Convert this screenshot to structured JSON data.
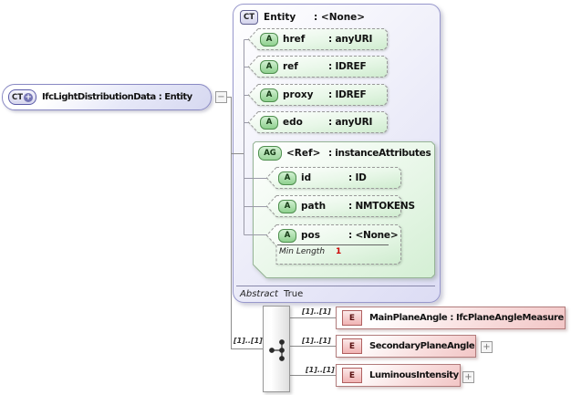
{
  "icons": {
    "collapse_glyph": "−",
    "expand_glyph": "+",
    "plus_badge_glyph": "+"
  },
  "root": {
    "badge": "CT",
    "label": "IfcLightDistributionData : Entity"
  },
  "entity": {
    "badge": "CT",
    "name": "Entity",
    "type": ": <None>",
    "attributes": [
      {
        "badge": "A",
        "name": "href",
        "type": ": anyURI"
      },
      {
        "badge": "A",
        "name": "ref",
        "type": ": IDREF"
      },
      {
        "badge": "A",
        "name": "proxy",
        "type": ": IDREF"
      },
      {
        "badge": "A",
        "name": "edo",
        "type": ": anyURI"
      }
    ],
    "attribute_group": {
      "badge": "AG",
      "name": "<Ref>",
      "type": ": instanceAttributes",
      "attributes": [
        {
          "badge": "A",
          "name": "id",
          "type": ": ID"
        },
        {
          "badge": "A",
          "name": "path",
          "type": ": NMTOKENS"
        },
        {
          "badge": "A",
          "name": "pos",
          "type": ": <None>",
          "facet_label": "Min Length",
          "facet_value": "1"
        }
      ]
    },
    "footer": {
      "label": "Abstract",
      "value": "True"
    }
  },
  "connector": {
    "cardinality": "[1]..[1]"
  },
  "elements": [
    {
      "badge": "E",
      "label": "MainPlaneAngle : IfcPlaneAngleMeasure",
      "cardinality": "[1]..[1]",
      "expandable": false
    },
    {
      "badge": "E",
      "label": "SecondaryPlaneAngle",
      "cardinality": "[1]..[1]",
      "expandable": true
    },
    {
      "badge": "E",
      "label": "LuminousIntensity",
      "cardinality": "[1]..[1]",
      "expandable": true
    }
  ],
  "colors": {
    "entity_border": "#9898cc",
    "entity_fill": "#dcdcf4",
    "root_border": "#8a8ac4",
    "attr_fill": "#d2eed2",
    "attr_dash_border": "#9a9a9a",
    "group_border": "#96b496",
    "element_border": "#b27c7c",
    "element_fill": "#f2c6c6",
    "badge_green_border": "#4e8e4e",
    "badge_red_border": "#b06060",
    "facet_value": "#cc0000",
    "line": "#8c8c8c"
  }
}
